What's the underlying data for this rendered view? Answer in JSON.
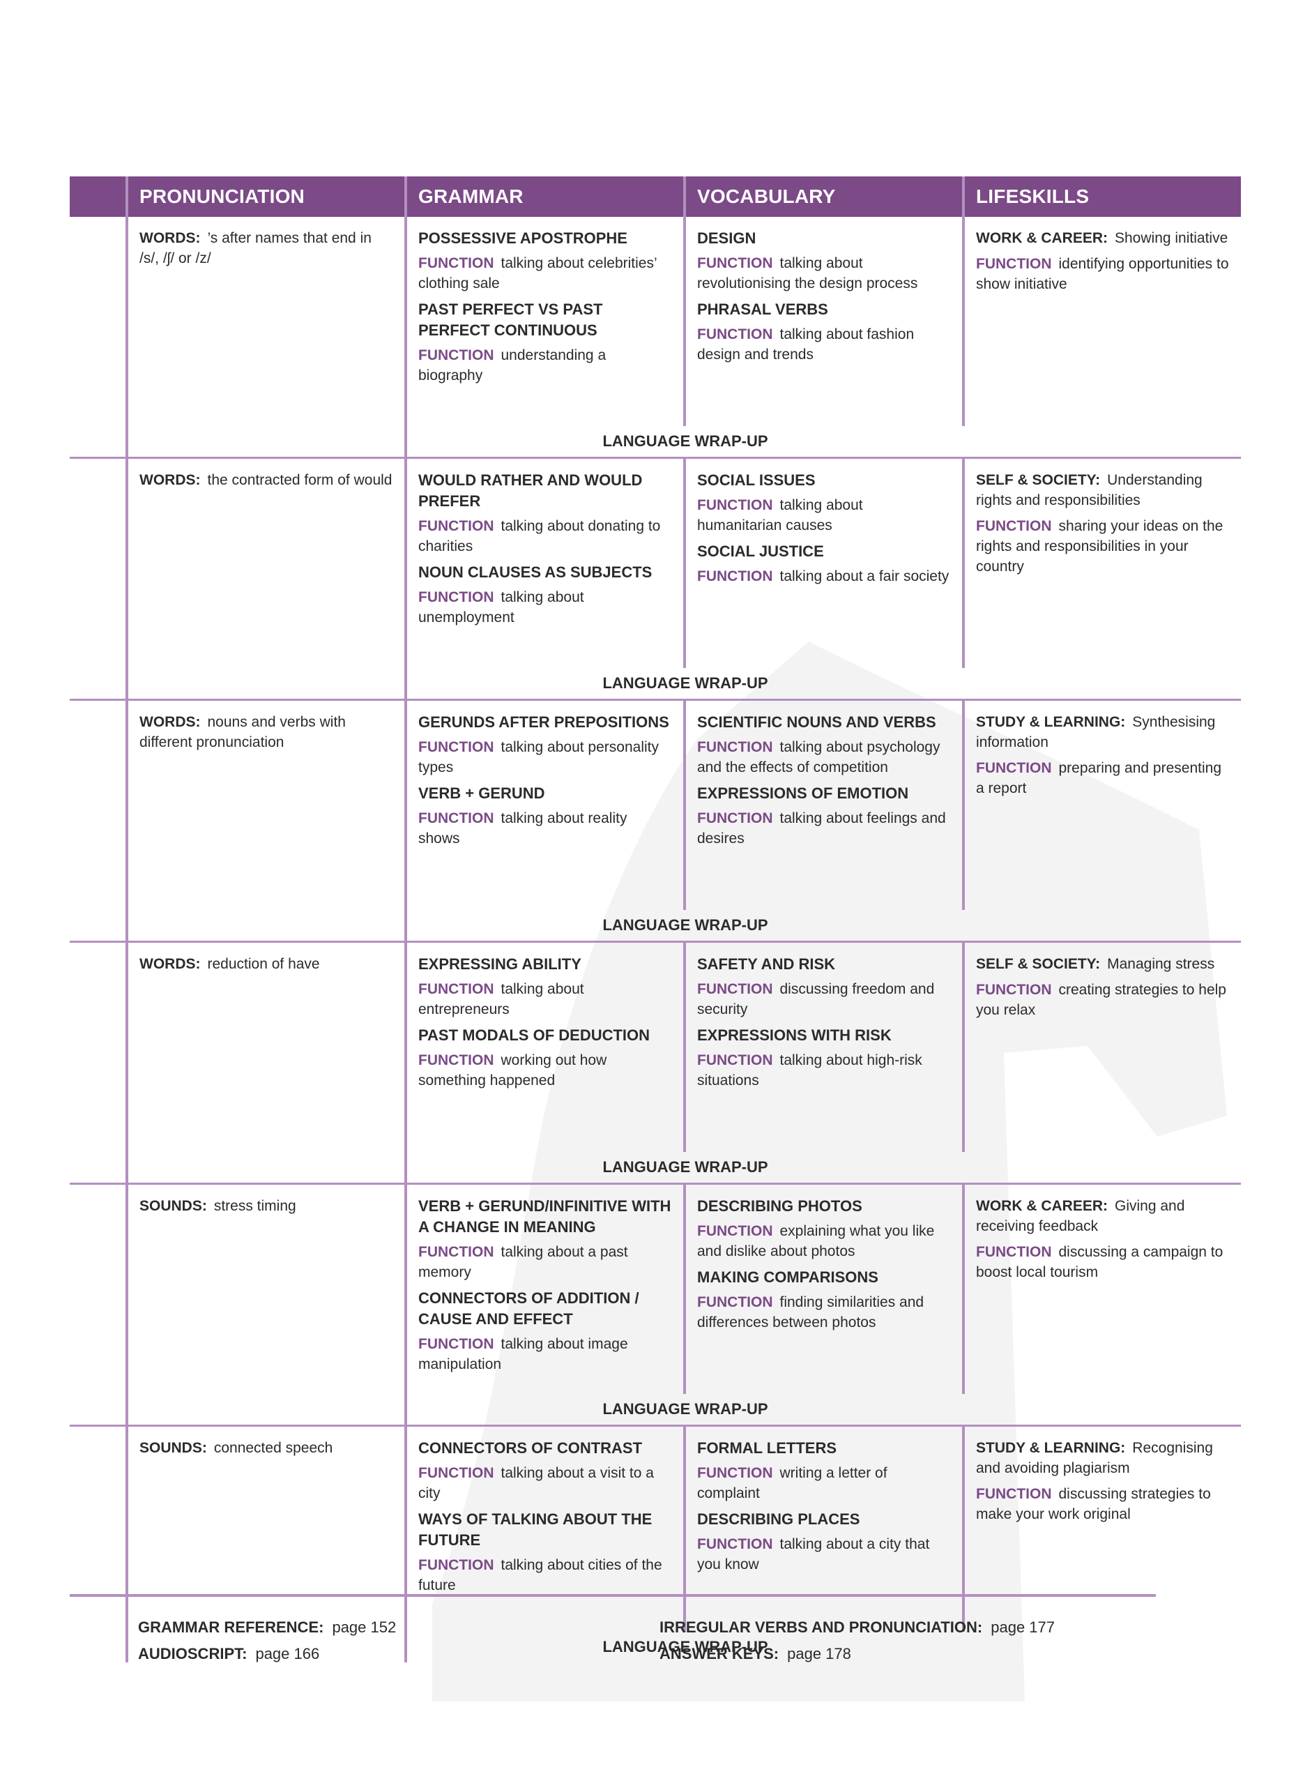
{
  "headers": [
    "PRONUNCIATION",
    "GRAMMAR",
    "VOCABULARY",
    "LIFESKILLS"
  ],
  "function_label": "FUNCTION",
  "wrap_label": "LANGUAGE WRAP-UP",
  "units": [
    {
      "pron": {
        "label": "WORDS:",
        "text": "’s after names that end in /s/, /ʃ/ or /z/"
      },
      "grammar": [
        {
          "head": "POSSESSIVE APOSTROPHE",
          "fn": "talking about celebrities’ clothing sale"
        },
        {
          "head": "PAST PERFECT VS PAST PERFECT CONTINUOUS",
          "fn": "understanding a biography"
        }
      ],
      "vocab": [
        {
          "head": "DESIGN",
          "fn": "talking about revolutionising the design process"
        },
        {
          "head": "PHRASAL VERBS",
          "fn": "talking about fashion design and trends"
        }
      ],
      "life": {
        "label": "WORK & CAREER:",
        "text": "Showing initiative",
        "fn": "identifying opportunities to show initiative"
      }
    },
    {
      "pron": {
        "label": "WORDS:",
        "text": "the contracted form of would"
      },
      "grammar": [
        {
          "head": "WOULD RATHER AND WOULD PREFER",
          "fn": "talking about donating to charities"
        },
        {
          "head": "NOUN CLAUSES AS SUBJECTS",
          "fn": "talking about unemployment"
        }
      ],
      "vocab": [
        {
          "head": "SOCIAL ISSUES",
          "fn": "talking about humanitarian causes"
        },
        {
          "head": "SOCIAL JUSTICE",
          "fn": "talking about a fair society"
        }
      ],
      "life": {
        "label": "SELF & SOCIETY:",
        "text": "Understanding rights and responsibilities",
        "fn": "sharing your ideas on the rights and responsibilities in your country"
      }
    },
    {
      "pron": {
        "label": "WORDS:",
        "text": "nouns and verbs with different pronunciation"
      },
      "grammar": [
        {
          "head": "GERUNDS AFTER PREPOSITIONS",
          "fn": "talking about personality types"
        },
        {
          "head": "VERB + GERUND",
          "fn": "talking about reality shows"
        }
      ],
      "vocab": [
        {
          "head": "SCIENTIFIC NOUNS AND VERBS",
          "fn": "talking about psychology and the effects of competition"
        },
        {
          "head": "EXPRESSIONS OF EMOTION",
          "fn": "talking about feelings and desires"
        }
      ],
      "life": {
        "label": "STUDY & LEARNING:",
        "text": "Synthesising information",
        "fn": "preparing and presenting a report"
      }
    },
    {
      "pron": {
        "label": "WORDS:",
        "text": "reduction of have"
      },
      "grammar": [
        {
          "head": "EXPRESSING ABILITY",
          "fn": "talking about entrepreneurs"
        },
        {
          "head": "PAST MODALS OF DEDUCTION",
          "fn": "working out how something happened"
        }
      ],
      "vocab": [
        {
          "head": "SAFETY AND RISK",
          "fn": "discussing freedom and security"
        },
        {
          "head": "EXPRESSIONS WITH RISK",
          "fn": "talking about high-risk situations"
        }
      ],
      "life": {
        "label": "SELF & SOCIETY:",
        "text": "Managing stress",
        "fn": "creating strategies to help you relax"
      }
    },
    {
      "pron": {
        "label": "SOUNDS:",
        "text": "stress timing"
      },
      "grammar": [
        {
          "head": "VERB + GERUND/INFINITIVE WITH A CHANGE IN MEANING",
          "fn": "talking about a past memory"
        },
        {
          "head": "CONNECTORS OF ADDITION / CAUSE AND EFFECT",
          "fn": "talking about image manipulation"
        }
      ],
      "vocab": [
        {
          "head": "DESCRIBING PHOTOS",
          "fn": "explaining what you like and dislike about photos"
        },
        {
          "head": "MAKING COMPARISONS",
          "fn": "finding similarities and differences between photos"
        }
      ],
      "life": {
        "label": "WORK & CAREER:",
        "text": "Giving and receiving feedback",
        "fn": "discussing a campaign to boost local tourism"
      }
    },
    {
      "pron": {
        "label": "SOUNDS:",
        "text": "connected speech"
      },
      "grammar": [
        {
          "head": "CONNECTORS OF CONTRAST",
          "fn": "talking about a visit to a city"
        },
        {
          "head": "WAYS OF TALKING ABOUT THE FUTURE",
          "fn": "talking about cities of the future"
        }
      ],
      "vocab": [
        {
          "head": "FORMAL LETTERS",
          "fn": "writing a letter of complaint"
        },
        {
          "head": "DESCRIBING PLACES",
          "fn": "talking about a city that you know"
        }
      ],
      "life": {
        "label": "STUDY & LEARNING:",
        "text": "Recognising and avoiding plagiarism",
        "fn": "discussing strategies to make your work original"
      }
    }
  ],
  "references": {
    "left": [
      {
        "label": "GRAMMAR REFERENCE:",
        "value": "page 152"
      },
      {
        "label": "AUDIOSCRIPT:",
        "value": "page 166"
      }
    ],
    "right": [
      {
        "label": "IRREGULAR VERBS AND PRONUNCIATION:",
        "value": "page 177"
      },
      {
        "label": "ANSWER KEYS:",
        "value": "page 178"
      }
    ]
  },
  "colors": {
    "purple": "#7b4a87",
    "rule": "#b38fbf",
    "watermark": "#f3f3f3"
  }
}
